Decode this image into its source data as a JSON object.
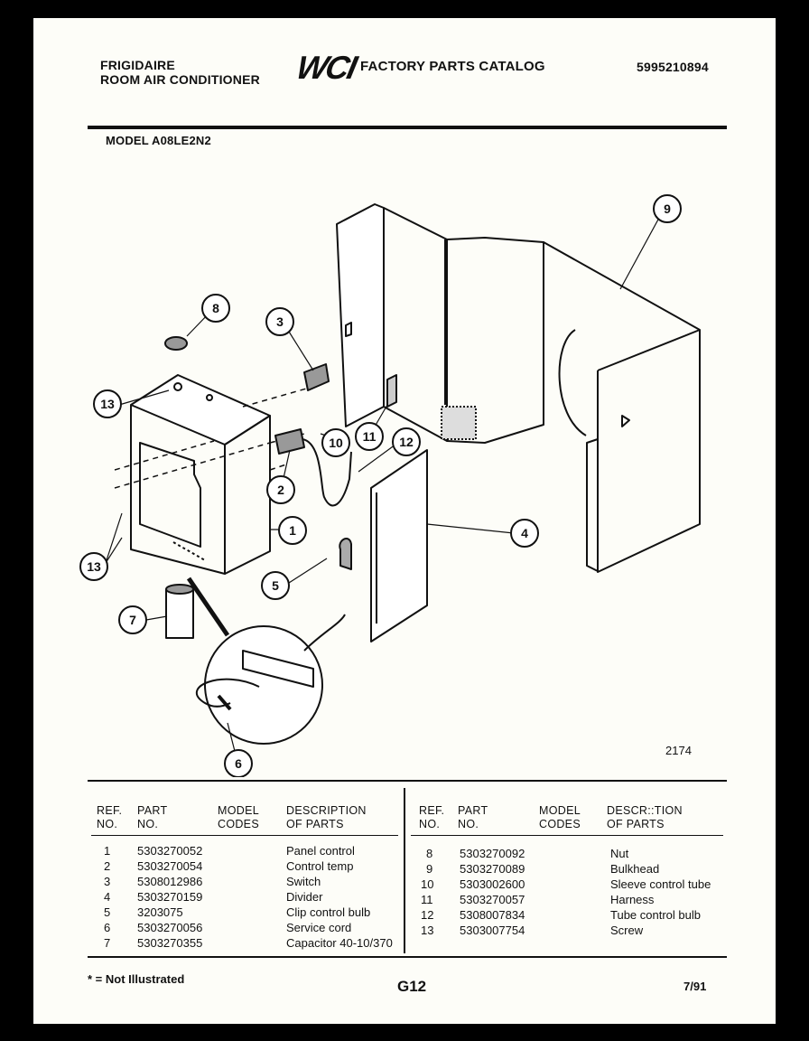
{
  "header": {
    "brand": "FRIGIDAIRE",
    "product": "ROOM AIR CONDITIONER",
    "logo": "WCI",
    "catalog_title": "FACTORY PARTS CATALOG",
    "catalog_number": "5995210894"
  },
  "model_label": "MODEL A08LE2N2",
  "diagram": {
    "drawing_number": "2174",
    "callouts": [
      "1",
      "2",
      "3",
      "4",
      "5",
      "6",
      "7",
      "8",
      "9",
      "10",
      "11",
      "12",
      "13",
      "13"
    ]
  },
  "table": {
    "headers": {
      "ref_no": [
        "REF.",
        "NO."
      ],
      "part_no": [
        "PART",
        "NO."
      ],
      "model_codes": [
        "MODEL",
        "CODES"
      ],
      "description": [
        "DESCRIPTION",
        "OF PARTS"
      ],
      "description_right": [
        "DESCR::TION",
        "OF PARTS"
      ]
    },
    "left_rows": [
      {
        "ref": "1",
        "part": "5303270052",
        "codes": "",
        "desc": "Panel control"
      },
      {
        "ref": "2",
        "part": "5303270054",
        "codes": "",
        "desc": "Control temp"
      },
      {
        "ref": "3",
        "part": "5308012986",
        "codes": "",
        "desc": "Switch"
      },
      {
        "ref": "4",
        "part": "5303270159",
        "codes": "",
        "desc": "Divider"
      },
      {
        "ref": "5",
        "part": "3203075",
        "codes": "",
        "desc": "Clip control bulb"
      },
      {
        "ref": "6",
        "part": "5303270056",
        "codes": "",
        "desc": "Service cord"
      },
      {
        "ref": "7",
        "part": "5303270355",
        "codes": "",
        "desc": "Capacitor 40-10/370"
      }
    ],
    "right_rows": [
      {
        "ref": "8",
        "part": "5303270092",
        "codes": "",
        "desc": "Nut"
      },
      {
        "ref": "9",
        "part": "5303270089",
        "codes": "",
        "desc": "Bulkhead"
      },
      {
        "ref": "10",
        "part": "5303002600",
        "codes": "",
        "desc": "Sleeve control tube"
      },
      {
        "ref": "11",
        "part": "5303270057",
        "codes": "",
        "desc": "Harness"
      },
      {
        "ref": "12",
        "part": "5308007834",
        "codes": "",
        "desc": "Tube control bulb"
      },
      {
        "ref": "13",
        "part": "5303007754",
        "codes": "",
        "desc": "Screw"
      }
    ]
  },
  "footer": {
    "note": "* = Not Illustrated",
    "page": "G12",
    "date": "7/91"
  }
}
